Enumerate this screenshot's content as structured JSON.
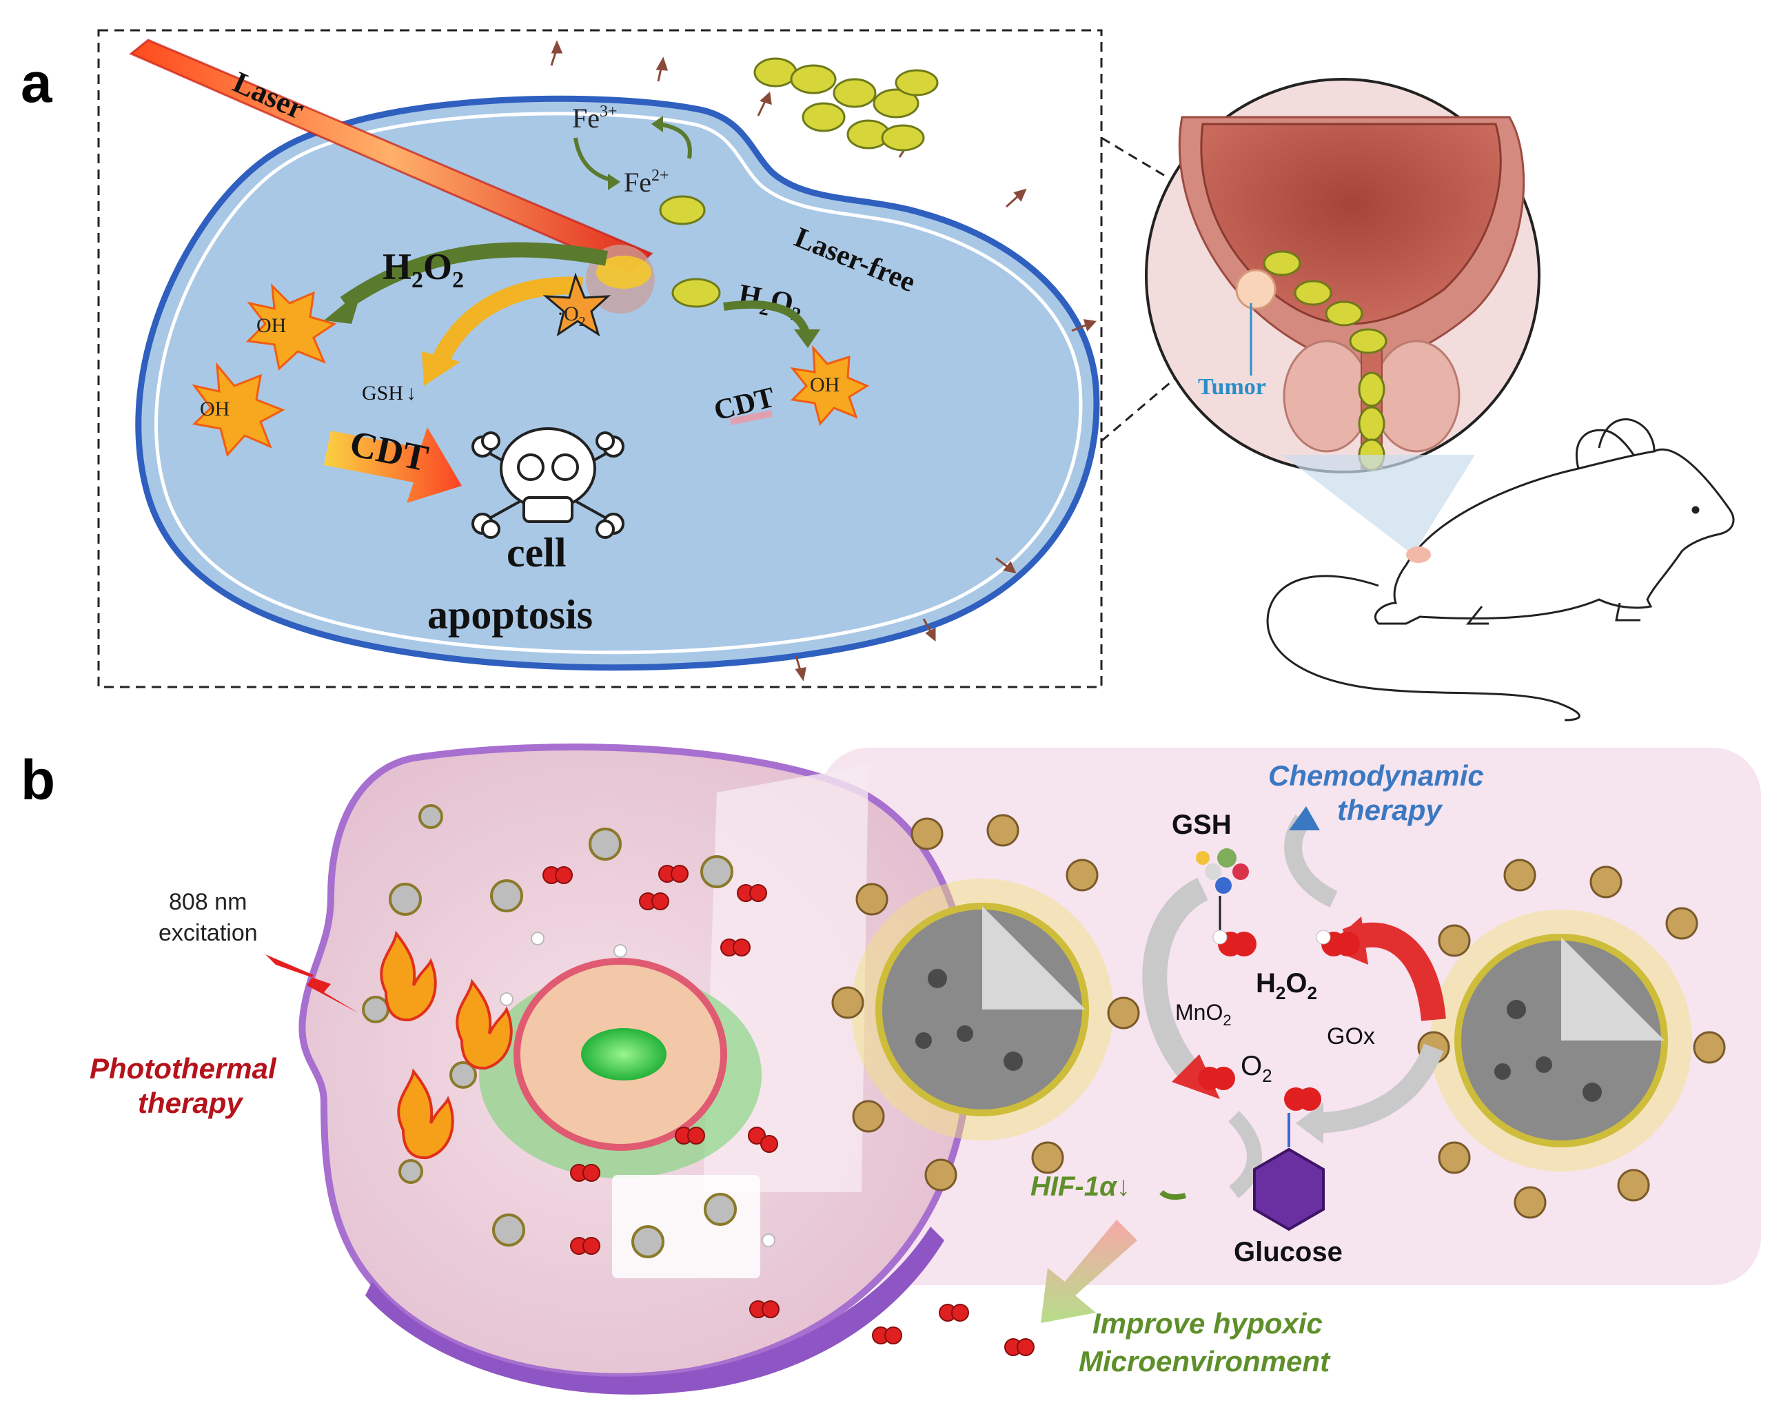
{
  "panel_a": {
    "label": "a",
    "laser": "Laser",
    "fe3": "Fe",
    "fe3_sup": "3+",
    "fe2": "Fe",
    "fe2_sup": "2+",
    "h2o2_left": "H",
    "h2o2_left_sub1": "2",
    "h2o2_left_o": "O",
    "h2o2_left_sub2": "2",
    "oh1": "OH",
    "oh2": "OH",
    "oh3": "OH",
    "o2_singlet": "O",
    "o2_singlet_sub": "2",
    "gsh": "GSH",
    "gsh_arrow": "↓",
    "cdt_big": "CDT",
    "cdt_small": "CDT",
    "cell": "cell",
    "apoptosis": "apoptosis",
    "laser_free": "Laser-free",
    "h2o2_right": "H",
    "h2o2_right_sub1": "2",
    "h2o2_right_o": "O",
    "h2o2_right_sub2": "2",
    "tumor": "Tumor"
  },
  "panel_b": {
    "label": "b",
    "excitation_1": "808 nm",
    "excitation_2": "excitation",
    "ptt_1": "Photothermal",
    "ptt_2": "therapy",
    "cdt_1": "Chemodynamic",
    "cdt_2": "therapy",
    "gsh": "GSH",
    "mno2": "MnO",
    "mno2_sub": "2",
    "h2o2": "H",
    "h2o2_sub1": "2",
    "h2o2_o": "O",
    "h2o2_sub2": "2",
    "gox": "GOx",
    "o2": "O",
    "o2_sub": "2",
    "hif": "HIF-1α↓",
    "glucose": "Glucose",
    "improve_1": "Improve hypoxic",
    "improve_2": "Microenvironment"
  },
  "colors": {
    "cell_fill": "#a9c8e6",
    "membrane": "#2f5fbf",
    "laser_red": "#e8391b",
    "arrow_green": "#5a7a2e",
    "arrow_yellow": "#f2b324",
    "ptt_red": "#b5121b",
    "cdt_blue": "#3a78c2",
    "hif_green": "#5e8f2a",
    "glucose_purple": "#6a2fa0",
    "tumor_blue": "#2a8fc9"
  }
}
